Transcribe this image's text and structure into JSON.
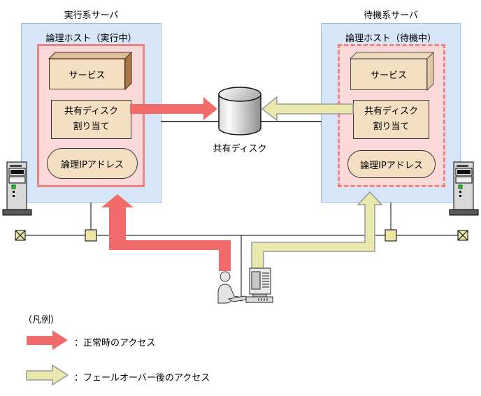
{
  "servers": {
    "active": {
      "title": "実行系サーバ",
      "host_label": "論理ホスト（実行中）",
      "service_label": "サービス",
      "disk_alloc_line1": "共有ディスク",
      "disk_alloc_line2": "割り当て",
      "ip_label": "論理IPアドレス"
    },
    "standby": {
      "title": "待機系サーバ",
      "host_label": "論理ホスト（待機中）",
      "service_label": "サービス",
      "disk_alloc_line1": "共有ディスク",
      "disk_alloc_line2": "割り当て",
      "ip_label": "論理IPアドレス"
    }
  },
  "shared_disk_label": "共有ディスク",
  "legend": {
    "title": "（凡例）",
    "normal_label": "：正常時のアクセス",
    "failover_label": "：フェールオーバー後のアクセス"
  },
  "colors": {
    "normal_access": "#f26b6b",
    "failover_access_fill": "#eae8ac",
    "failover_access_outline": "#999999",
    "server_box_fill": "#d6e6f8",
    "server_box_border": "#98bfe6",
    "logical_host_fill": "#fdd8d8",
    "logical_host_border": "#f08282",
    "component_fill": "#f5dfc2"
  }
}
